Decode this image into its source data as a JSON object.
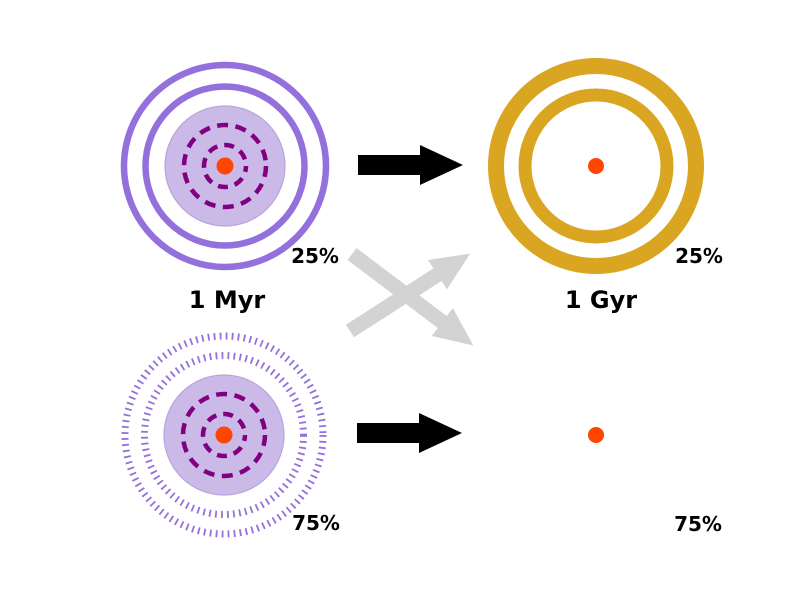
{
  "panels": {
    "top_left": {
      "percent": "25%",
      "title": "1 Myr"
    },
    "top_right": {
      "percent": "25%",
      "title": "1 Gyr"
    },
    "bottom_left": {
      "percent": "75%"
    },
    "bottom_right": {
      "percent": "75%"
    }
  },
  "colors": {
    "purple_ring": "#9370DB",
    "disk_fill": "#CBB9E8",
    "disk_edge": "#B9A4DC",
    "inner_dashed": "#800080",
    "star": "#FF4500",
    "gold_ring": "#DAA520",
    "arrow_black": "#000000",
    "cross_gray": "#D3D3D3",
    "text": "#000000"
  },
  "icons": {
    "top_transition": "arrow-right-icon",
    "bottom_transition": "arrow-right-icon",
    "forbidden_paths": "crossed-arrows-icon"
  }
}
